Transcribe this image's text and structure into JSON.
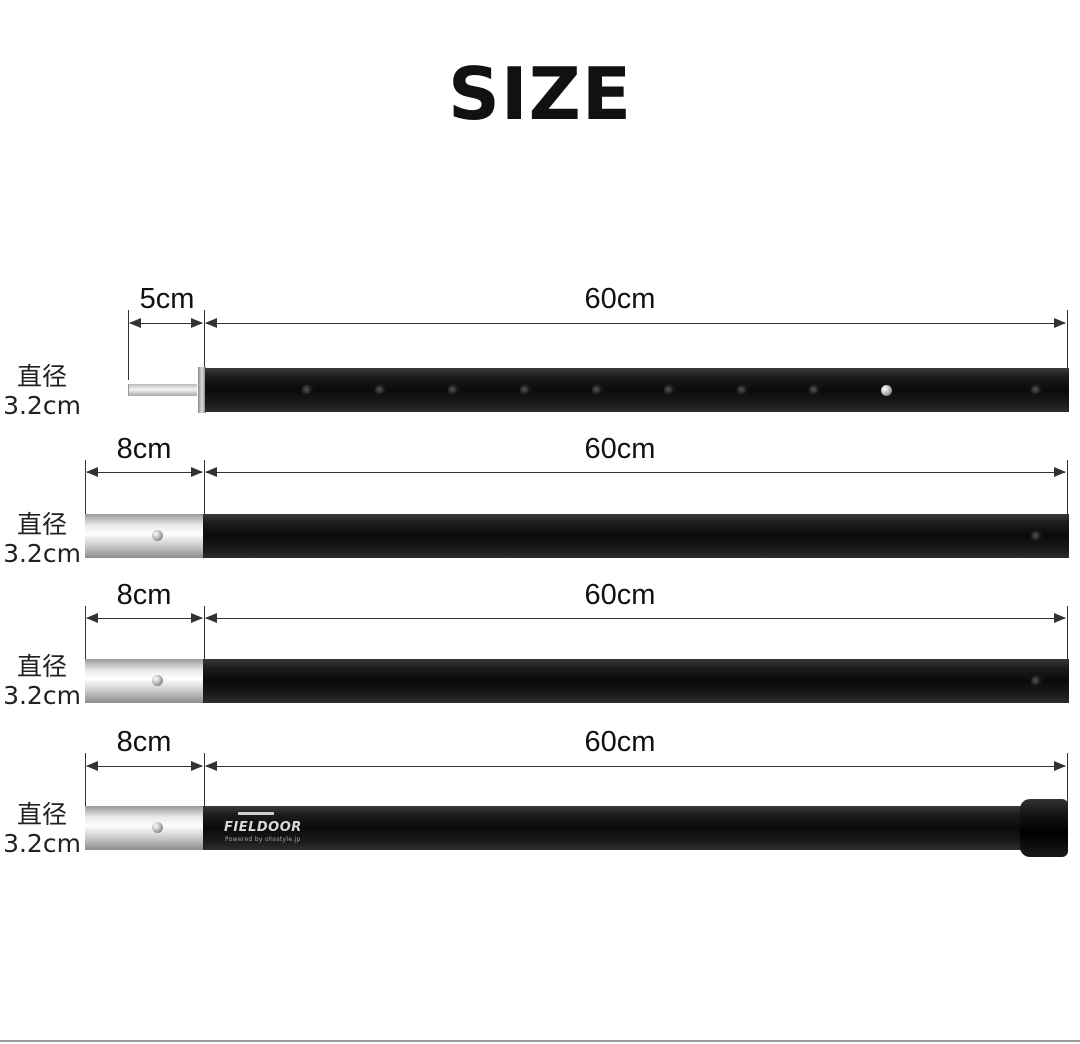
{
  "title": "SIZE",
  "rows": [
    {
      "diameter_line1": "直径",
      "diameter_line2": "3.2cm",
      "left_dim": "5cm",
      "right_dim": "60cm"
    },
    {
      "diameter_line1": "直径",
      "diameter_line2": "3.2cm",
      "left_dim": "8cm",
      "right_dim": "60cm"
    },
    {
      "diameter_line1": "直径",
      "diameter_line2": "3.2cm",
      "left_dim": "8cm",
      "right_dim": "60cm"
    },
    {
      "diameter_line1": "直径",
      "diameter_line2": "3.2cm",
      "left_dim": "8cm",
      "right_dim": "60cm"
    }
  ],
  "brand": {
    "name": "FIELDOOR",
    "tagline": "Powered by ohsstyle.jp"
  },
  "colors": {
    "pole": "#111111",
    "sleeve": "#d9d9d9",
    "text": "#111111",
    "background": "#ffffff"
  }
}
